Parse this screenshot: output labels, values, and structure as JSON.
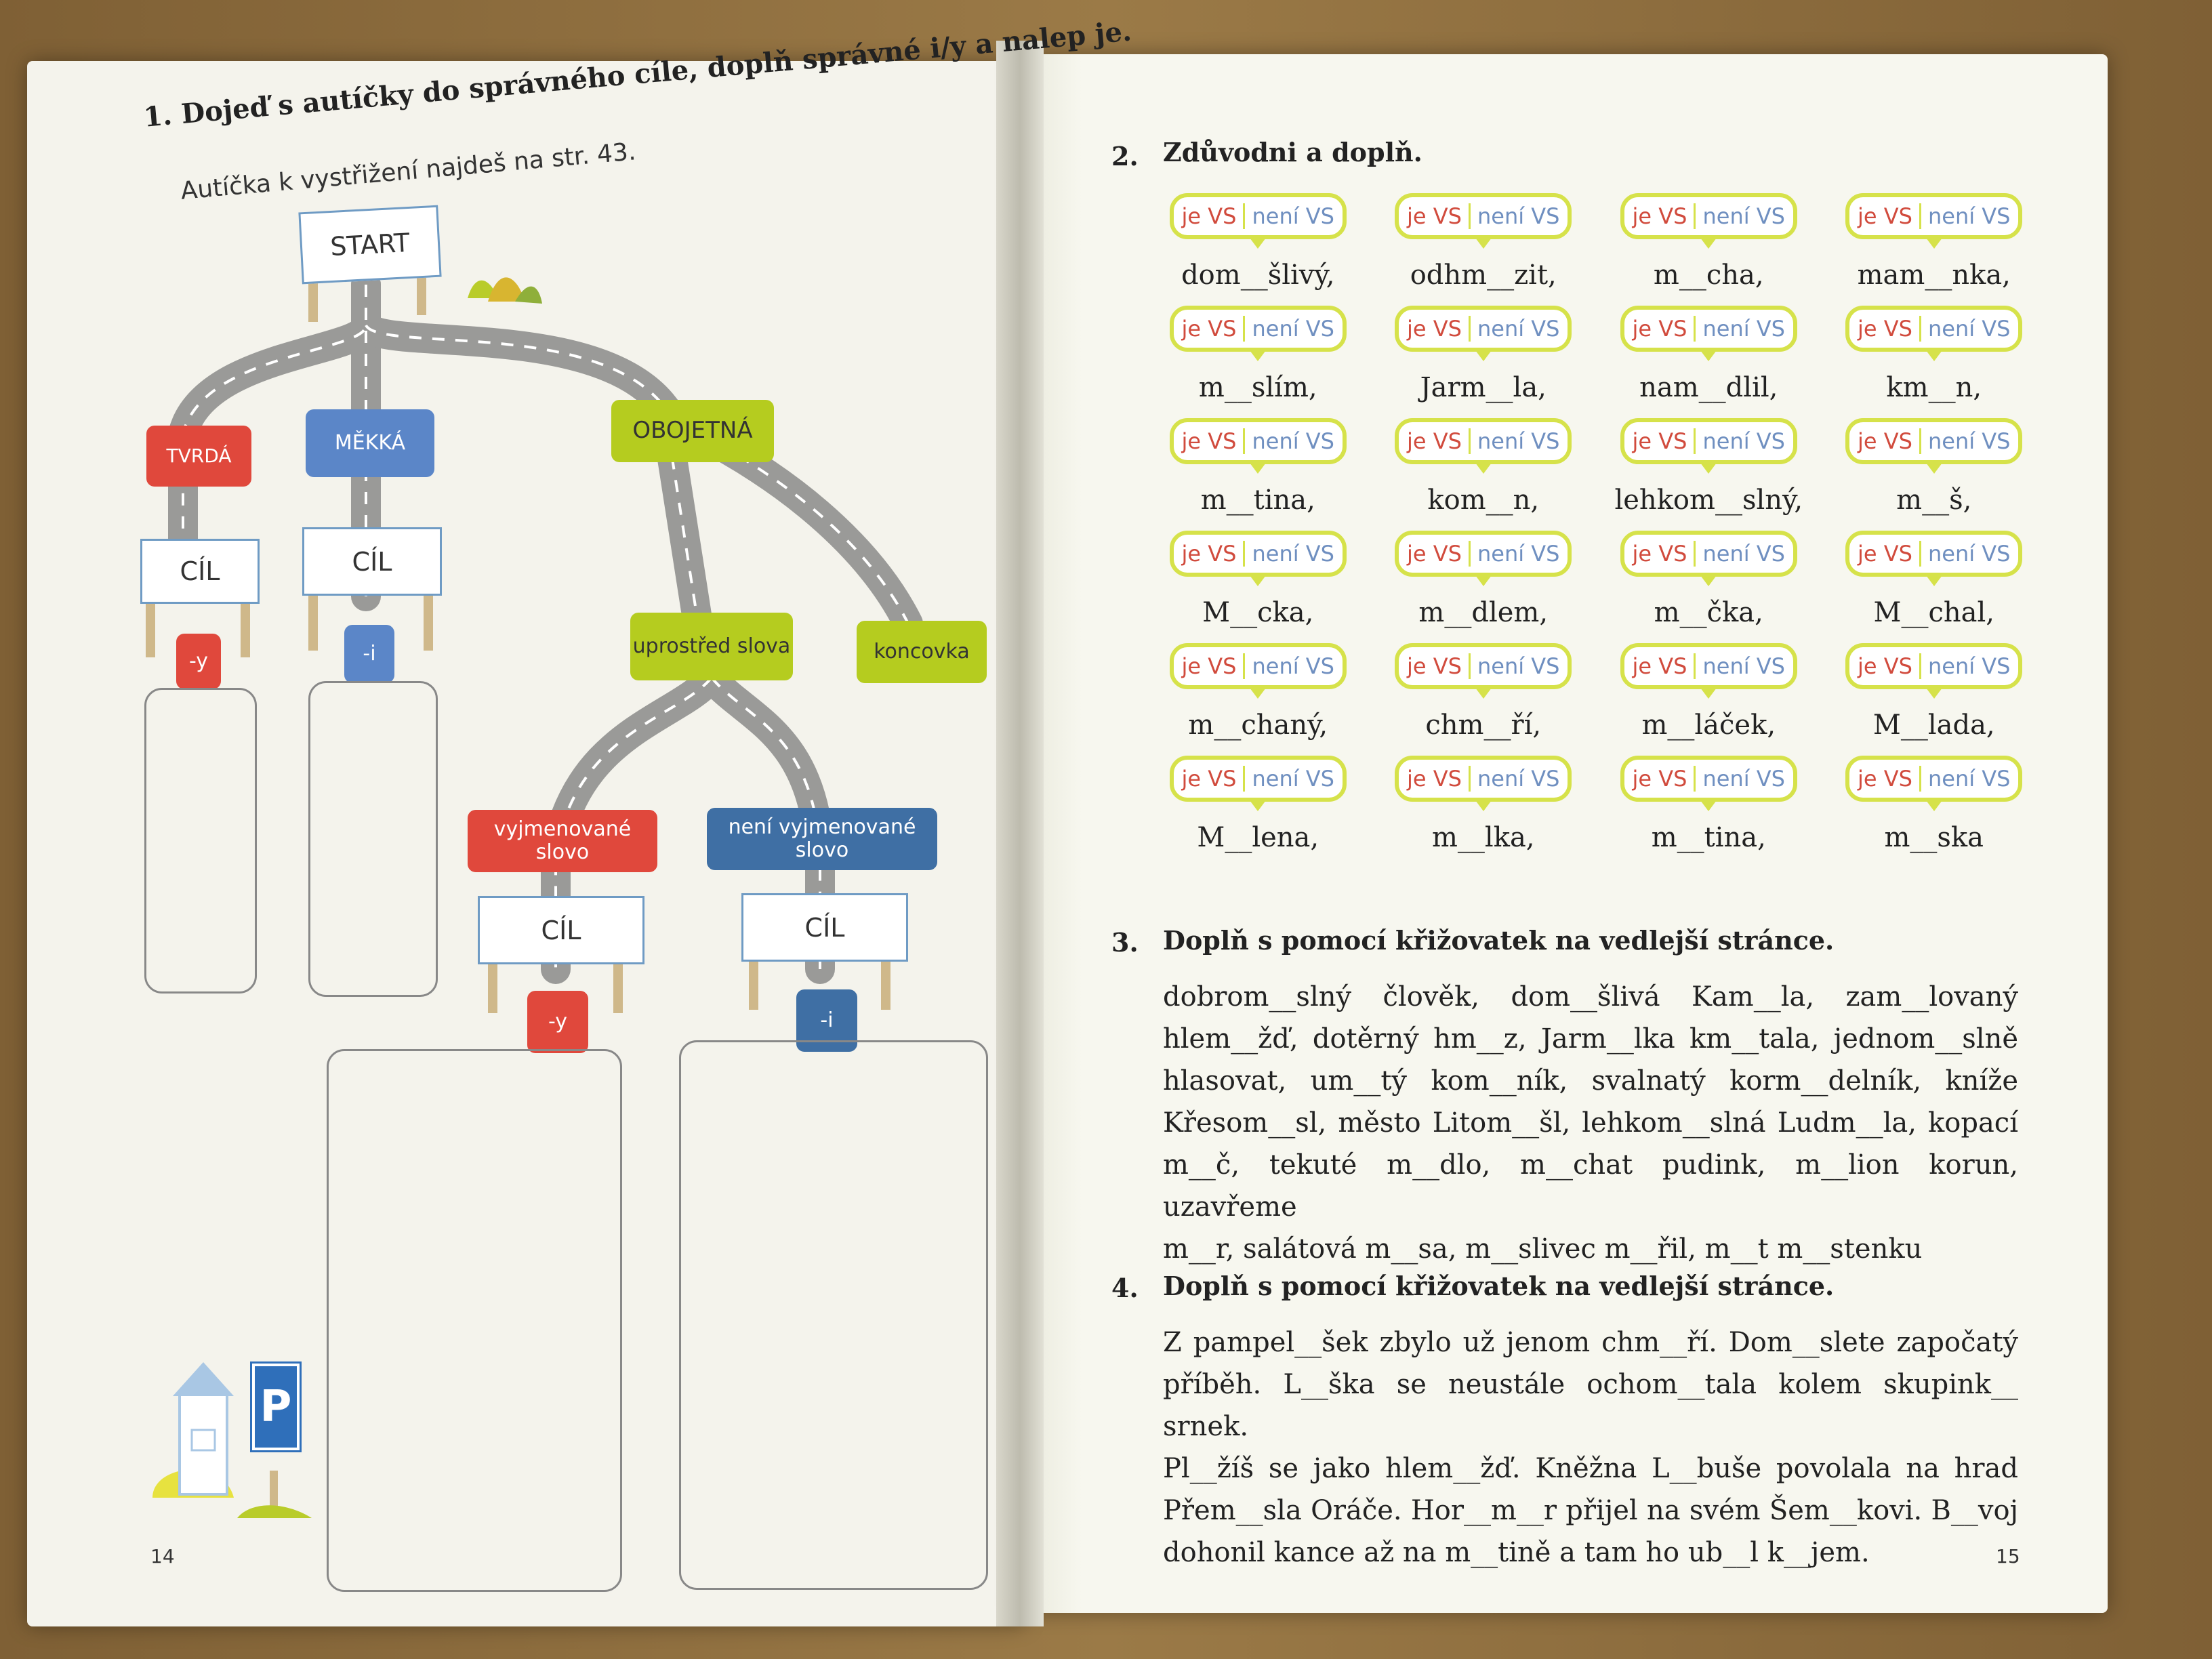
{
  "left": {
    "exercise_number": "1.",
    "exercise_title": "Dojeď s autíčky do správného cíle, doplň správné i/y a nalep je.",
    "exercise_subtitle": "Autíčka k vystřižení najdeš na str. 43.",
    "start_label": "START",
    "nodes": {
      "tvrda": "TVRDÁ",
      "mekka": "MĚKKÁ",
      "obojetna": "OBOJETNÁ",
      "uprostred": "uprostřed slova",
      "koncovka": "koncovka",
      "vyjmenovane": "vyjmenované slovo",
      "neni_vyjmenovane": "není vyjmenované slovo"
    },
    "goal_label": "CÍL",
    "ending_y": "-y",
    "ending_i": "-i",
    "parking_letter": "P",
    "page_number": "14",
    "colors": {
      "red": "#e0483c",
      "blue": "#5b86c8",
      "lime": "#b5cc1f",
      "road": "#9a9a98"
    }
  },
  "right": {
    "task2": {
      "number": "2.",
      "title": "Zdůvodni a doplň.",
      "badge_yes": "je VS",
      "badge_no": "není VS",
      "words": [
        "dom__šlivý,",
        "odhm__zit,",
        "m__cha,",
        "mam__nka,",
        "m__slím,",
        "Jarm__la,",
        "nam__dlil,",
        "km__n,",
        "m__tina,",
        "kom__n,",
        "lehkom__slný,",
        "m__š,",
        "M__cka,",
        "m__dlem,",
        "m__čka,",
        "M__chal,",
        "m__chaný,",
        "chm__ří,",
        "m__láček,",
        "M__lada,",
        "M__lena,",
        "m__lka,",
        "m__tina,",
        "m__ska"
      ]
    },
    "task3": {
      "number": "3.",
      "title": "Doplň s pomocí křižovatek na vedlejší stránce.",
      "lines": [
        "dobrom__slný člověk, dom__šlivá Kam__la, zam__lovaný",
        "hlem__žď, dotěrný hm__z, Jarm__lka km__tala, jednom__slně",
        "hlasovat, um__tý kom__ník, svalnatý korm__delník, kníže",
        "Křesom__sl, město Litom__šl, lehkom__slná Ludm__la, kopací",
        "m__č, tekuté m__dlo, m__chat pudink, m__lion korun, uzavřeme",
        "m__r, salátová m__sa, m__slivec m__řil, m__t m__stenku"
      ]
    },
    "task4": {
      "number": "4.",
      "title": "Doplň s pomocí křižovatek na vedlejší stránce.",
      "lines": [
        "Z pampel__šek zbylo už jenom chm__ří. Dom__slete započatý",
        "příběh. L__ška se neustále ochom__tala kolem skupink__ srnek.",
        "Pl__žíš se jako hlem__žď. Kněžna L__buše povolala na hrad",
        "Přem__sla Oráče. Hor__m__r přijel na svém Šem__kovi. B__voj",
        "dohonil kance až na m__tině a tam ho ub__l k__jem."
      ]
    },
    "page_number": "15"
  }
}
